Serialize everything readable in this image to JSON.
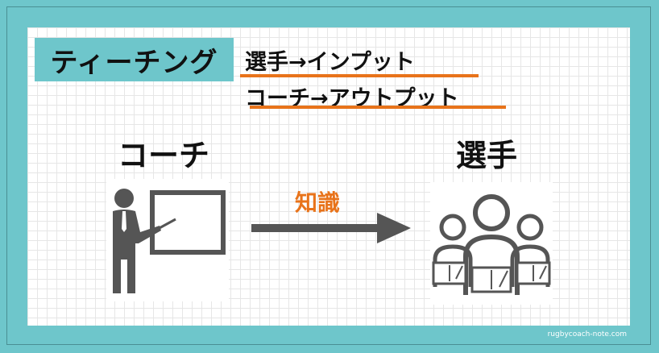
{
  "title": "ティーチング",
  "lines": {
    "player_input": "選手→インプット",
    "coach_output": "コーチ→アウトプット"
  },
  "roles": {
    "coach": "コーチ",
    "player": "選手"
  },
  "arrow_label": "知識",
  "watermark": "rugbycoach-note.com",
  "colors": {
    "teal": "#6ec6cb",
    "orange": "#e8731a",
    "icon_gray": "#555555"
  },
  "icons": {
    "coach": "teacher-at-board-icon",
    "players": "students-with-books-icon",
    "arrow": "arrow-right-icon"
  }
}
